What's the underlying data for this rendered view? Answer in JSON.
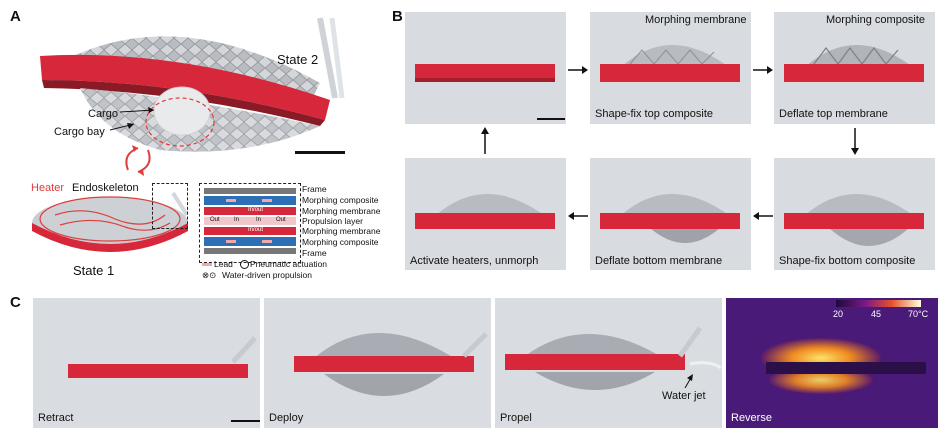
{
  "panels": {
    "a": "A",
    "b": "B",
    "c": "C"
  },
  "panelA": {
    "state2": "State 2",
    "state1": "State 1",
    "cargo": "Cargo",
    "cargo_bay": "Cargo bay",
    "heater": "Heater",
    "endoskeleton": "Endoskeleton",
    "layers": [
      "Frame",
      "Morphing composite",
      "Morphing membrane",
      "Propulsion layer",
      "Morphing membrane",
      "Morphing composite",
      "Frame"
    ],
    "in_out_top": "In/out",
    "prop_out_left": "Out",
    "prop_in_left": "In",
    "prop_in_right": "In",
    "prop_out_right": "Out",
    "in_out_bottom": "In/out",
    "legend_lead": "Lead",
    "legend_pneumatic": "Pneumatic actuation",
    "legend_water": "Water-driven propulsion"
  },
  "panelB": {
    "morphing_membrane": "Morphing membrane",
    "morphing_composite": "Morphing composite",
    "cap_top_mid": "Shape-fix top composite",
    "cap_top_right": "Deflate top membrane",
    "cap_bot_left": "Activate heaters, unmorph",
    "cap_bot_mid": "Deflate bottom membrane",
    "cap_bot_right": "Shape-fix bottom composite"
  },
  "panelC": {
    "retract": "Retract",
    "deploy": "Deploy",
    "propel": "Propel",
    "water_jet": "Water jet",
    "reverse": "Reverse",
    "colorbar_ticks": [
      "20",
      "45",
      "70°C"
    ]
  },
  "colors": {
    "frame_red": "#d6283a",
    "frame_blue": "#2c6fb5",
    "heater_red": "#e03c3c",
    "thermal_bg": "#4a1a78"
  }
}
